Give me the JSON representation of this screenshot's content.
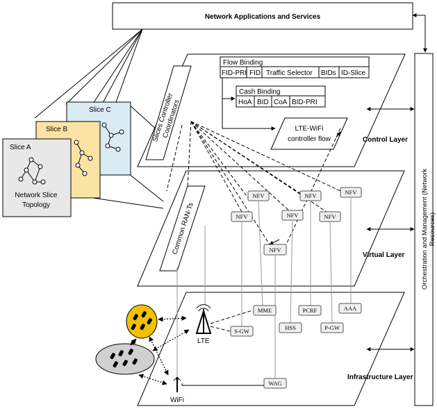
{
  "title": "Network Applications and Services",
  "orchestration": {
    "line1": "Orchestration and Management (Network",
    "line2": "Resources)"
  },
  "layers": {
    "control": "Control Layer",
    "virtual": "Virtual Layer",
    "infrastructure": "Infrastructure Layer"
  },
  "slices": {
    "a": "Slice A",
    "b": "Slice B",
    "c": "Slice C",
    "topology_line1": "Network Slice",
    "topology_line2": "Topology"
  },
  "flow_binding": {
    "title": "Flow Binding",
    "cells": [
      "FID-PRI",
      "FID",
      "Traffic Selector",
      "BIDs",
      "ID-Slice"
    ]
  },
  "cash_binding": {
    "title": "Cash Binding",
    "cells": [
      "HoA",
      "BID",
      "CoA",
      "BID-PRI"
    ]
  },
  "controller_flow": {
    "line1": "LTE-WiFi",
    "line2": "controller flow"
  },
  "slices_controller": {
    "line1": "Slices Controller",
    "line2": "Coordinators"
  },
  "common_ran": "Common RAN-Ts",
  "nfv_label": "NFV",
  "infra_nodes": {
    "mme": "MME",
    "sgw": "S-GW",
    "hss": "HSS",
    "pcrf": "PCRF",
    "pgw": "P-GW",
    "aaa": "AAA",
    "wag": "WAG"
  },
  "access": {
    "lte": "LTE",
    "wifi": "WiFi"
  },
  "colors": {
    "slice_a": "#e8e8e8",
    "slice_b": "#fbe3a3",
    "slice_c": "#d9ebf3",
    "ue_yellow": "#f2c200",
    "ue_gray": "#d0d0d0"
  }
}
